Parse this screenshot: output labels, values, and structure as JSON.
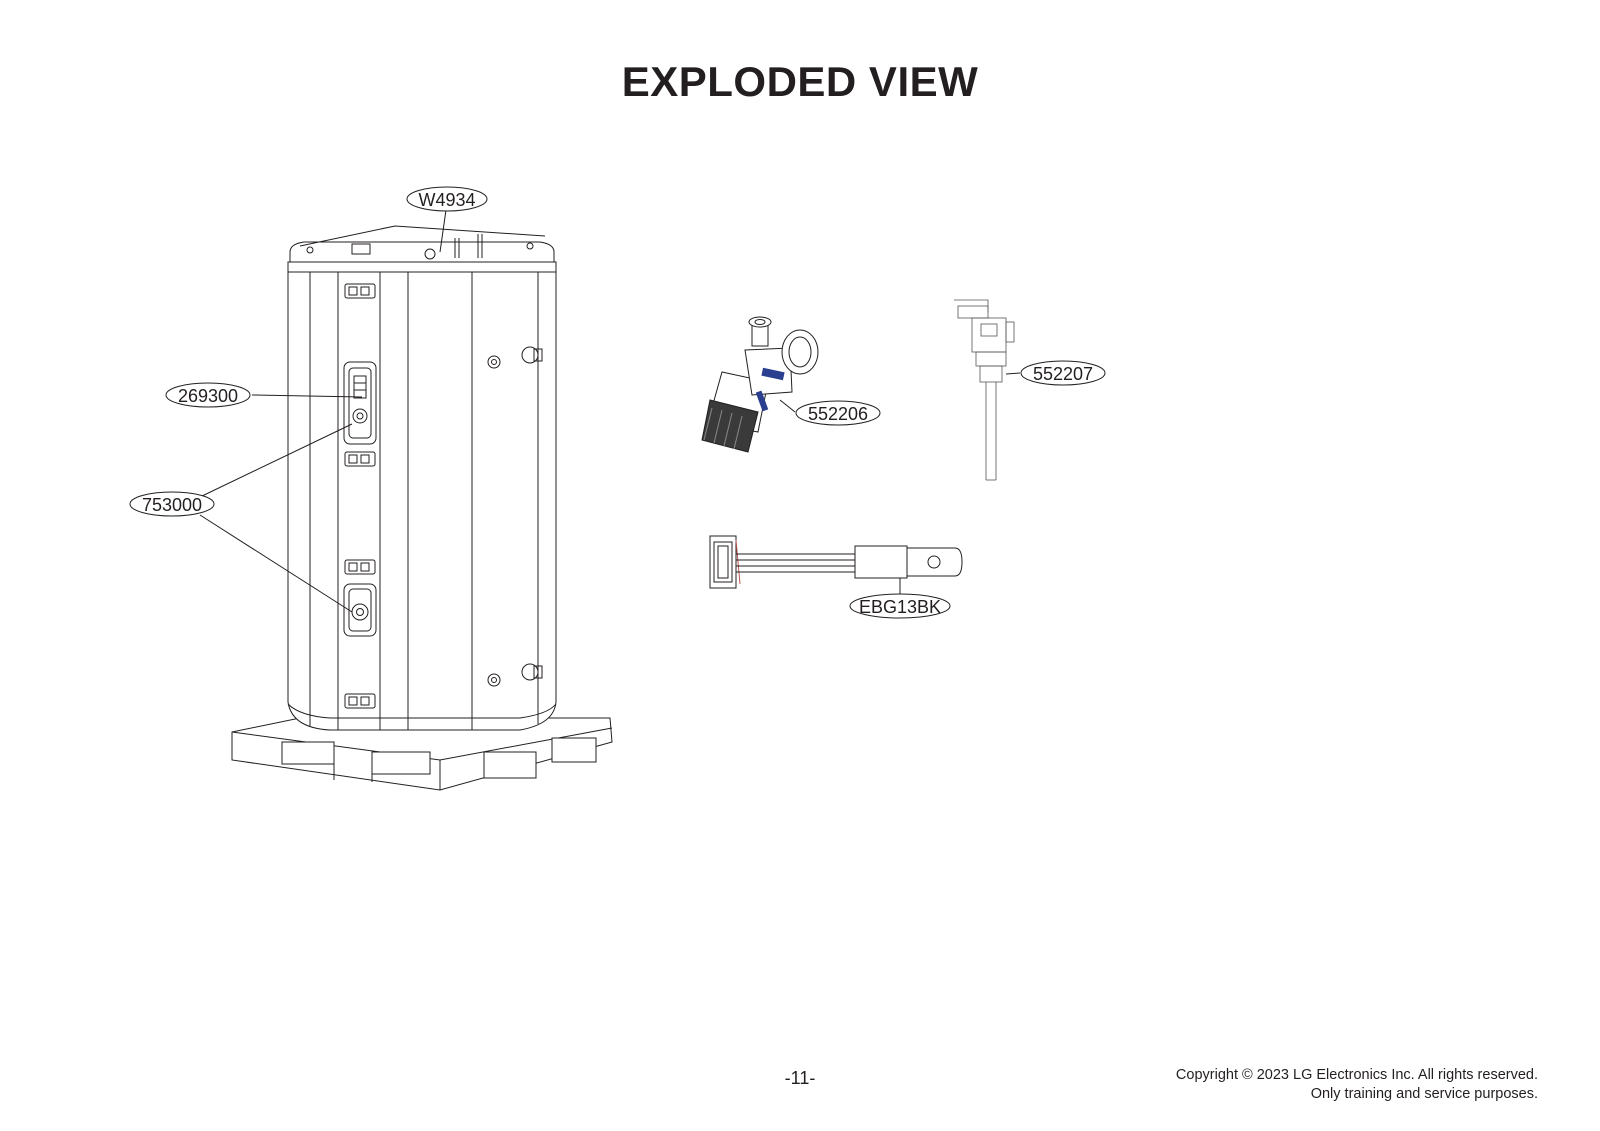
{
  "page": {
    "title": "EXPLODED VIEW",
    "page_number": "-11-",
    "copyright_line1": "Copyright © 2023 LG Electronics Inc. All rights reserved.",
    "copyright_line2": "Only training and service purposes."
  },
  "callouts": {
    "top_cover": "W4934",
    "upper_thermostat": "269300",
    "heating_element": "753000",
    "drain_valve": "552206",
    "relief_valve": "552207",
    "wire_harness": "EBG13BK"
  },
  "icons": {
    "water_heater": "water-heater-tank-illustration",
    "pallet": "pallet-illustration",
    "drain_valve": "drain-valve-illustration",
    "relief_valve": "relief-valve-illustration",
    "wire_harness": "wire-harness-illustration"
  }
}
